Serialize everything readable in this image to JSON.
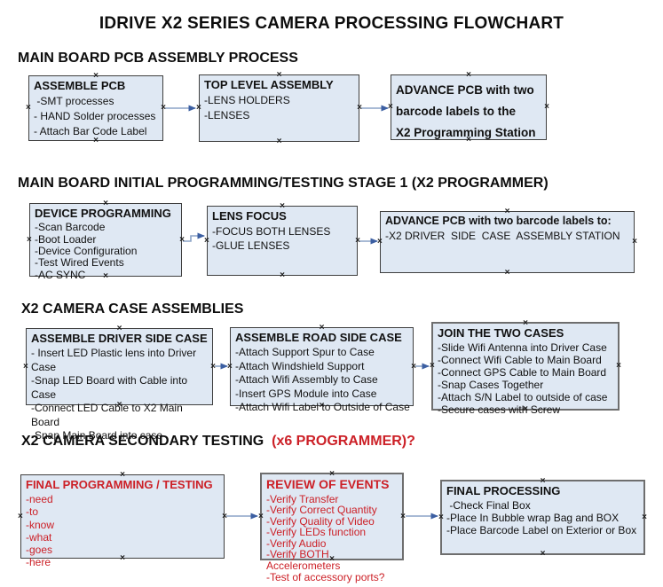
{
  "title": "IDRIVE X2  SERIES CAMERA PROCESSING FLOWCHART",
  "handle_glyph": "×",
  "colors": {
    "box_fill": "#dfe8f3",
    "box_border": "#3f3f3f",
    "thick_border": "#6e6e6e",
    "arrow_line": "#8ba3c7",
    "arrow_head": "#3c5fa2",
    "red_text": "#cc2027",
    "black_text": "#0d0d0d",
    "background": "#ffffff"
  },
  "sections": [
    {
      "heading": "MAIN BOARD PCB ASSEMBLY PROCESS",
      "boxes": [
        {
          "title": "ASSEMBLE PCB",
          "items": [
            " -SMT processes",
            "- HAND Solder processes",
            "- Attach Bar Code Label"
          ]
        },
        {
          "title": "TOP LEVEL ASSEMBLY",
          "items": [
            "-LENS HOLDERS",
            "-LENSES"
          ]
        },
        {
          "title": "ADVANCE PCB with two\nbarcode labels to the\n X2 Programming Station",
          "items": []
        }
      ]
    },
    {
      "heading": "MAIN BOARD INITIAL PROGRAMMING/TESTING STAGE 1 (X2 PROGRAMMER)",
      "boxes": [
        {
          "title": "DEVICE PROGRAMMING",
          "items": [
            "-Scan Barcode",
            "-Boot Loader",
            "-Device Configuration",
            "-Test Wired Events",
            "-AC SYNC"
          ]
        },
        {
          "title": "LENS FOCUS",
          "items": [
            "-FOCUS BOTH LENSES",
            "-GLUE LENSES"
          ]
        },
        {
          "title": "ADVANCE PCB with two barcode labels to:",
          "items": [
            "-X2 DRIVER  SIDE  CASE  ASSEMBLY STATION"
          ]
        }
      ]
    },
    {
      "heading": "X2 CAMERA CASE ASSEMBLIES",
      "boxes": [
        {
          "title": "ASSEMBLE DRIVER SIDE CASE",
          "items": [
            "- Insert LED Plastic lens into Driver Case",
            "-Snap LED Board with Cable into Case",
            "-Connect LED Cable to X2 Main Board",
            "-Snap Main Board into case"
          ]
        },
        {
          "title": "ASSEMBLE ROAD SIDE CASE",
          "items": [
            "-Attach Support Spur to Case",
            "-Attach Windshield Support",
            "-Attach Wifi Assembly to Case",
            "-Insert GPS Module into Case",
            "-Attach Wifi Label to Outside of Case"
          ]
        },
        {
          "title": "JOIN THE TWO CASES",
          "items": [
            "-Slide Wifi Antenna into Driver Case",
            "-Connect Wifi Cable to Main Board",
            "-Connect GPS Cable to Main Board",
            "-Snap Cases Together",
            "-Attach S/N Label to outside of case",
            "-Secure cases with Screw"
          ]
        }
      ]
    },
    {
      "heading": "X2 CAMERA SECONDARY TESTING",
      "heading_suffix": "  (x6 PROGRAMMER)?",
      "boxes": [
        {
          "title": "FINAL PROGRAMMING / TESTING",
          "items": [
            "-need",
            "-to",
            "-know",
            "-what",
            "-goes",
            "-here"
          ]
        },
        {
          "title": "REVIEW OF EVENTS",
          "items": [
            "-Verify Transfer",
            "-Verify Correct Quantity",
            "-Verify Quality of Video",
            "-Verify LEDs function",
            "-Verify Audio",
            "-Verify BOTH Accelerometers",
            "-Test of accessory ports?"
          ]
        },
        {
          "title": "FINAL PROCESSING",
          "items": [
            " -Check Final Box",
            "-Place In Bubble wrap Bag and BOX",
            "-Place Barcode Label on Exterior or Box"
          ]
        }
      ]
    }
  ]
}
